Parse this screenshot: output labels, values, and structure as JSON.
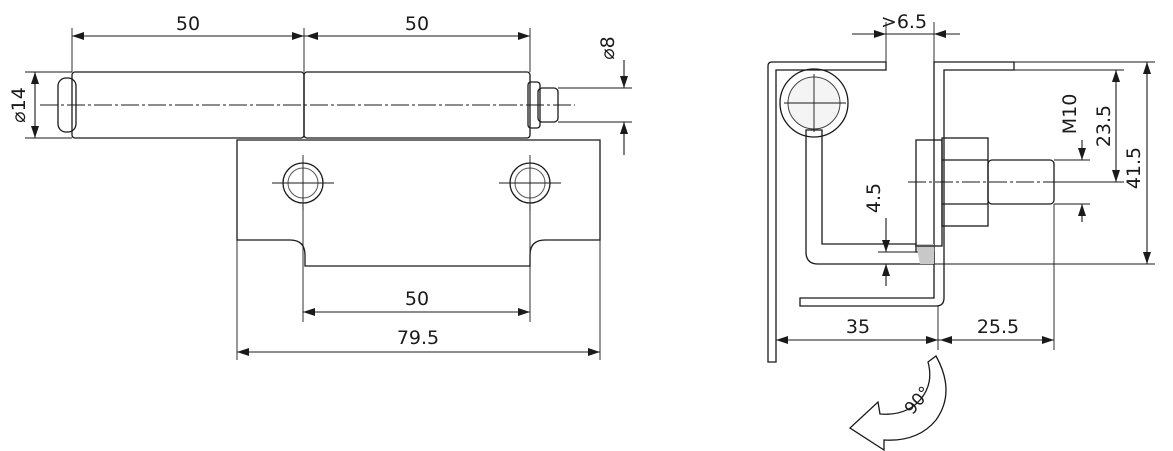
{
  "front_view": {
    "pin_left_length": "50",
    "pin_right_length": "50",
    "pin_end_diameter": "⌀8",
    "pin_diameter": "⌀14",
    "hole_spacing": "50",
    "plate_width": "79.5"
  },
  "side_view": {
    "leaf_offset": ">6.5",
    "thread": "M10",
    "stud_height": "23.5",
    "overall_height": "41.5",
    "plate_thickness": "4.5",
    "body_depth": "35",
    "stud_length": "25.5",
    "rotation_angle": "90°"
  }
}
